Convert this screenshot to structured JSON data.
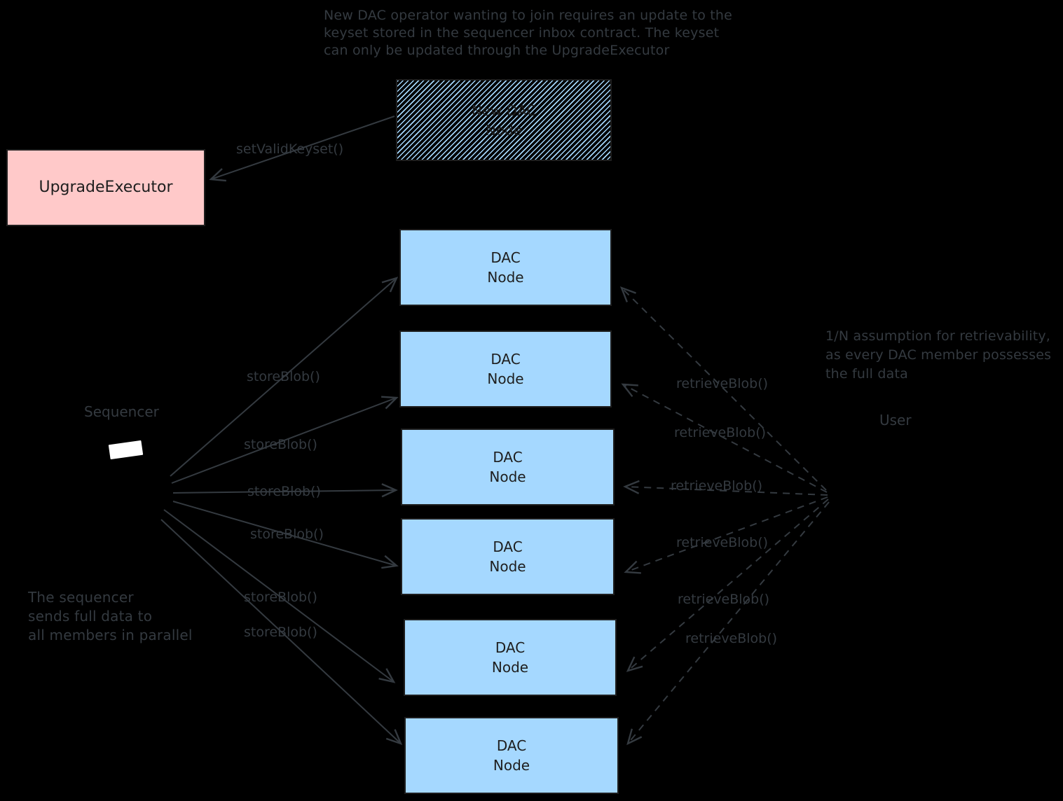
{
  "colors": {
    "background": "#000000",
    "node_fill": "#a5d8ff",
    "executor_fill": "#ffc9c9",
    "hatch_line": "#a5d8ff",
    "ink": "#343a40",
    "box_border": "#1e1e1e",
    "box_text": "#1e1e1e",
    "sequencer_screen": "#ffffff"
  },
  "annotations": {
    "top_note": "New DAC operator wanting to join requires an update to the\nkeyset stored in the sequencer inbox contract. The keyset\ncan only be updated through the UpgradeExecutor",
    "right_note": "1/N assumption for retrievability,\nas every DAC member possesses\nthe full data",
    "bottom_left_note": "The sequencer\nsends full data to\nall members in parallel"
  },
  "actors": {
    "sequencer_label": "Sequencer",
    "user_label": "User"
  },
  "boxes": {
    "upgrade_executor": "UpgradeExecutor",
    "new_dac_node": "New DAC\nNode",
    "nodes": [
      {
        "label": "DAC\nNode"
      },
      {
        "label": "DAC\nNode"
      },
      {
        "label": "DAC\nNode"
      },
      {
        "label": "DAC\nNode"
      },
      {
        "label": "DAC\nNode"
      },
      {
        "label": "DAC\nNode"
      }
    ]
  },
  "edges": {
    "set_valid_keyset": "setValidKeyset()",
    "store_calls": [
      "storeBlob()",
      "storeBlob()",
      "storeBlob()",
      "storeBlob()",
      "storeBlob()",
      "storeBlob()"
    ],
    "retrieve_calls": [
      "retrieveBlob()",
      "retrieveBlob()",
      "retrieveBlob()",
      "retrieveBlob()",
      "retrieveBlob()",
      "retrieveBlob()"
    ]
  }
}
